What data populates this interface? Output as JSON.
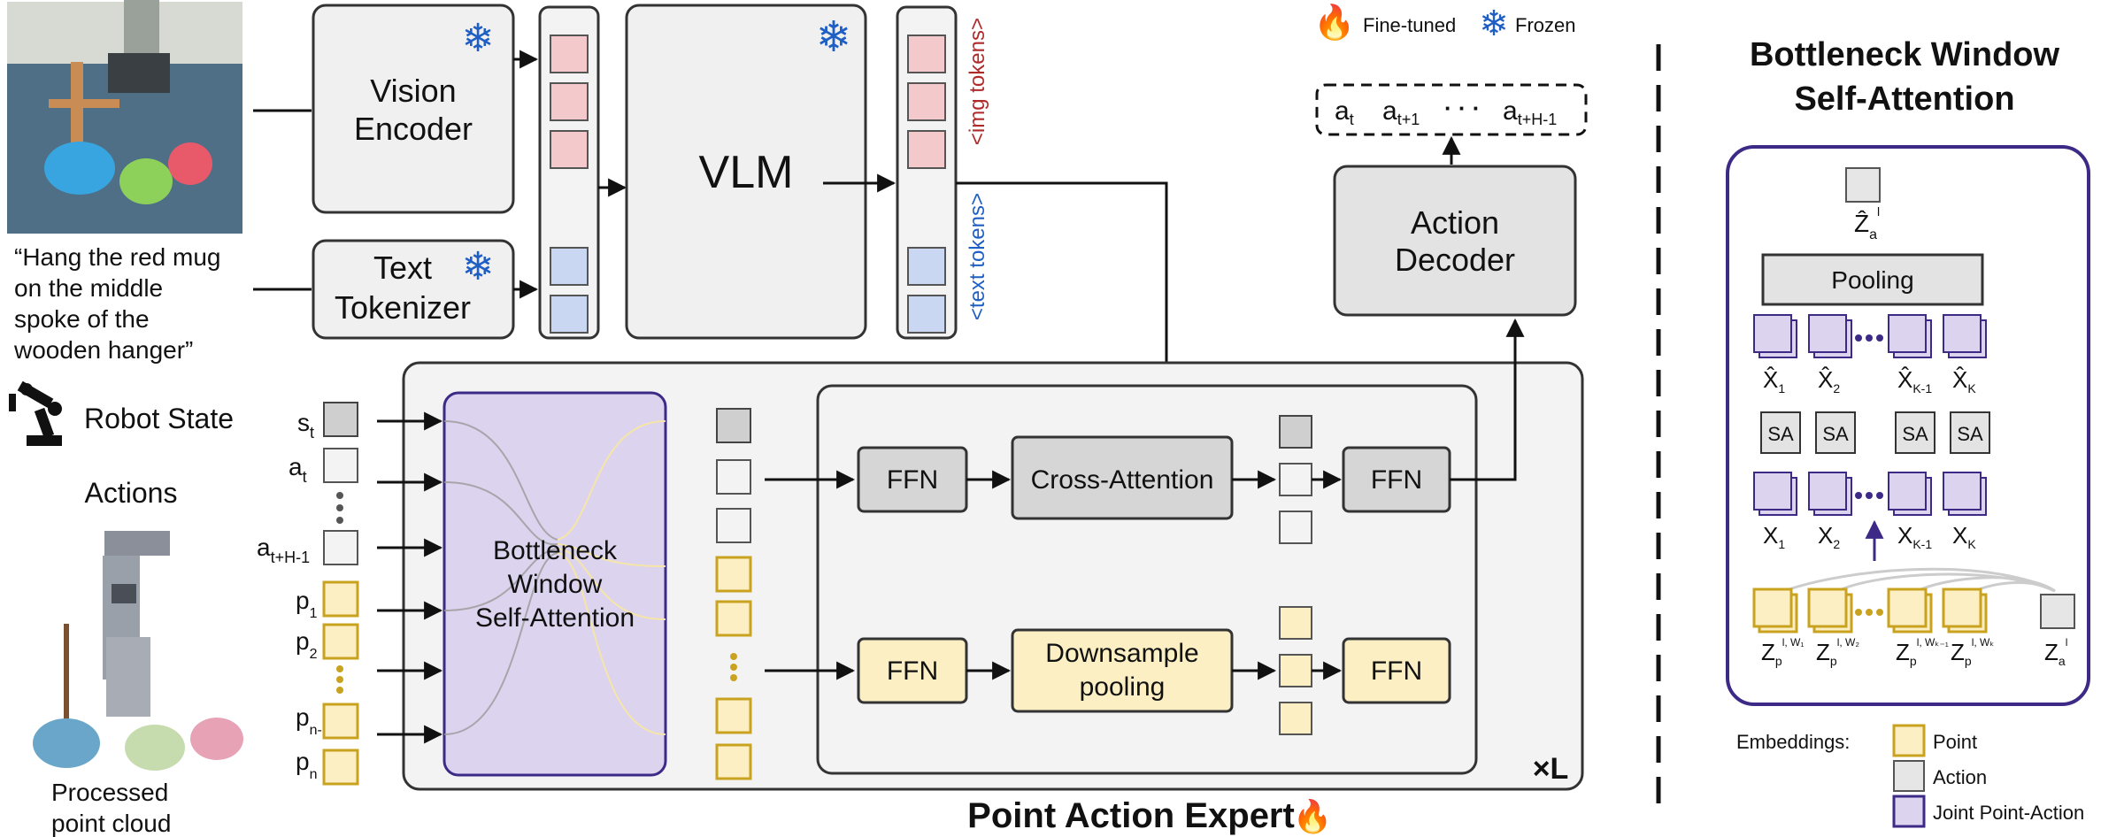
{
  "inputs": {
    "instruction_lines": [
      "“Hang the red mug",
      "on the middle",
      "spoke of the",
      "wooden hanger”"
    ],
    "robot_state_label": "Robot State",
    "actions_label": "Actions",
    "point_cloud_lines": [
      "Processed",
      "point cloud"
    ]
  },
  "vlm_block": {
    "vision_encoder_lines": [
      "Vision",
      "Encoder"
    ],
    "text_tokenizer_lines": [
      "Text",
      "Tokenizer"
    ],
    "vlm_label": "VLM",
    "img_tokens_label": "<img tokens>",
    "text_tokens_label": "<text tokens>"
  },
  "legend_top": {
    "fine_tuned": "Fine-tuned",
    "frozen": "Frozen"
  },
  "action_output": {
    "tokens": [
      "a",
      "a",
      "· · ·",
      "a"
    ],
    "subscripts": [
      "t",
      "t+1",
      "",
      "t+H-1"
    ],
    "decoder_lines": [
      "Action",
      "Decoder"
    ]
  },
  "point_action_expert": {
    "title": "Point Action Expert",
    "repeat_label": "×L",
    "input_labels": [
      "s",
      "a",
      "a",
      "p",
      "p",
      "p",
      "p"
    ],
    "input_subscripts": [
      "t",
      "t",
      "t+H-1",
      "1",
      "2",
      "n-1",
      "n"
    ],
    "bwsa_lines": [
      "Bottleneck",
      "Window",
      "Self-Attention"
    ],
    "ffn_label": "FFN",
    "cross_attention_label": "Cross-Attention",
    "downsample_lines": [
      "Downsample",
      "pooling"
    ]
  },
  "bwsa_detail": {
    "title_lines": [
      "Bottleneck Window",
      "Self-Attention"
    ],
    "pooling_label": "Pooling",
    "sa_label": "SA",
    "z_hat_label": "Ẑ",
    "x_hat_labels": [
      "X̂",
      "X̂",
      "X̂",
      "X̂"
    ],
    "x_hat_subs": [
      "1",
      "2",
      "K-1",
      "K"
    ],
    "x_labels": [
      "X",
      "X",
      "X",
      "X"
    ],
    "x_subs": [
      "1",
      "2",
      "K-1",
      "K"
    ],
    "zp_label": "Z",
    "zp_sups": [
      "l, W₁",
      "l, W₂",
      "l, Wₖ₋₁",
      "l, Wₖ"
    ],
    "za_label": "Z"
  },
  "legend_embeddings": {
    "title": "Embeddings:",
    "items": [
      "Point",
      "Action",
      "Joint Point-Action"
    ]
  },
  "colors": {
    "point_fill": "#fcefc4",
    "point_stroke": "#c9a21f",
    "action_fill": "#e6e6e6",
    "action_stroke": "#555555",
    "joint_fill": "#dcd3ee",
    "joint_stroke": "#3d2a86",
    "img_token_fill": "#f4c9cb",
    "text_token_fill": "#c9d7f3",
    "frozen_blue": "#1f5fc4",
    "img_token_red": "#b02a2a",
    "text_token_blue": "#1f5fc4"
  }
}
